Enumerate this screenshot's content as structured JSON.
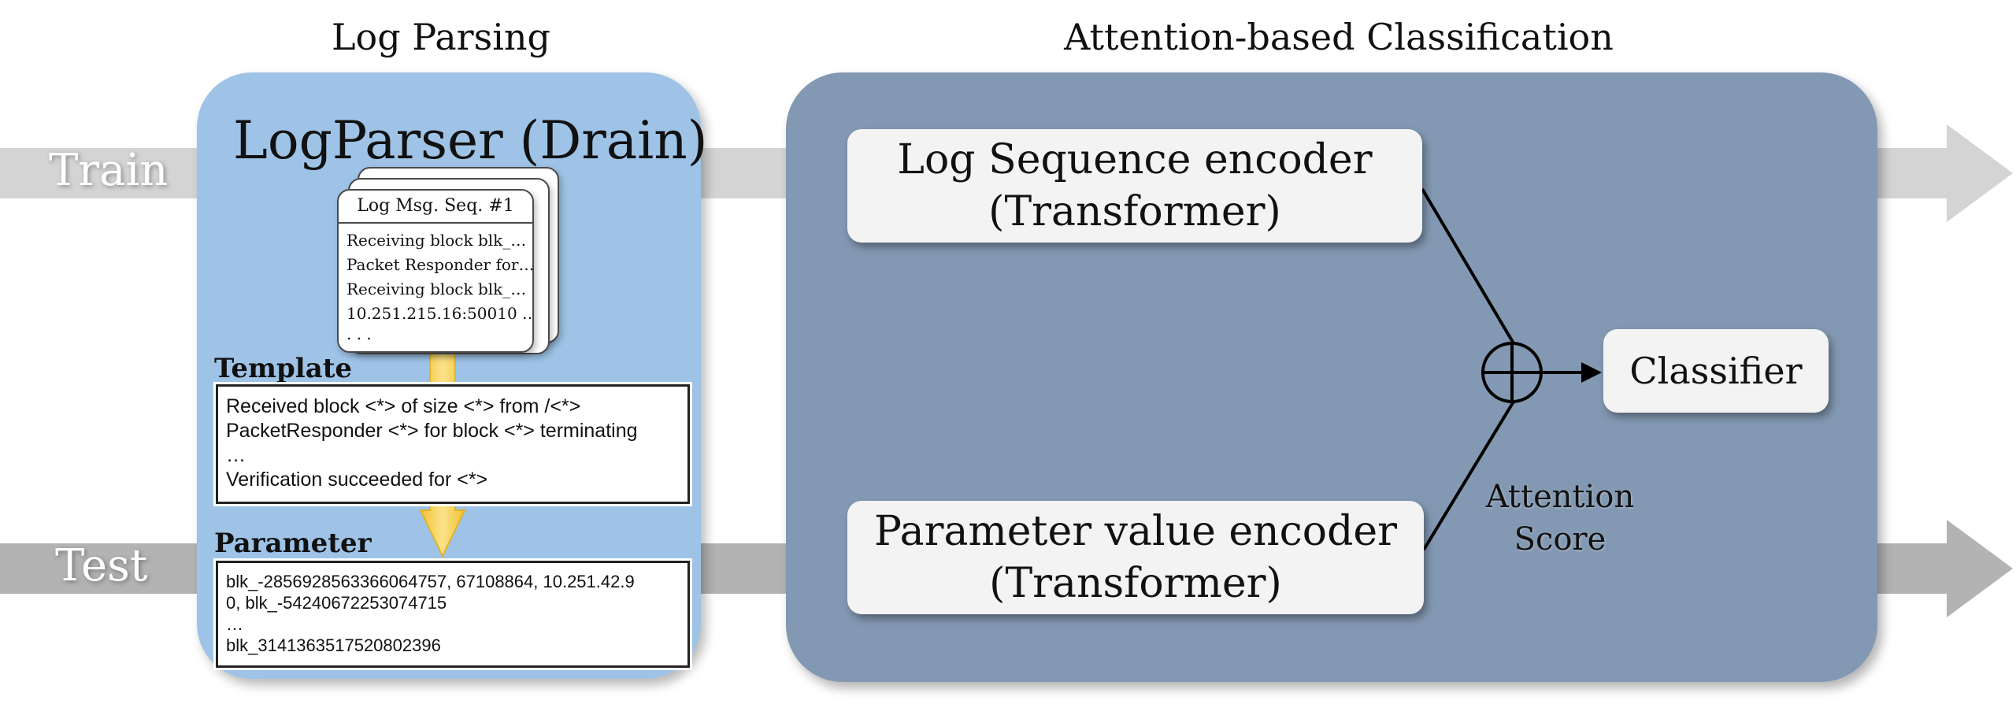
{
  "sections": {
    "left_title": "Log Parsing",
    "right_title": "Attention-based Classification"
  },
  "flows": {
    "train_label": "Train",
    "test_label": "Test"
  },
  "parser": {
    "title": "LogParser (Drain)",
    "card_title": "Log Msg. Seq. #1",
    "card_lines": [
      "Receiving block blk_…",
      "Packet Responder for…",
      "Receiving block blk_…",
      "10.251.215.16:50010 …",
      ". . ."
    ]
  },
  "template": {
    "label": "Template",
    "lines": [
      "Received block <*> of size <*> from /<*>",
      "PacketResponder <*> for block <*> terminating",
      "…",
      "Verification succeeded for <*>"
    ]
  },
  "parameter": {
    "label": "Parameter",
    "lines": [
      "blk_-2856928563366064757, 67108864, 10.251.42.9",
      "0, blk_-54240672253074715",
      "…",
      "blk_3141363517520802396"
    ]
  },
  "classification": {
    "log_encoder": [
      "Log Sequence encoder",
      "(Transformer)"
    ],
    "param_encoder": [
      "Parameter value encoder",
      "(Transformer)"
    ],
    "classifier": "Classifier",
    "attention": [
      "Attention",
      "Score"
    ]
  },
  "colors": {
    "left_panel": "#9ec3e6",
    "right_panel": "#8398b2",
    "train_arrow": "#d4d4d4",
    "test_arrow": "#b3b3b3",
    "down_arrow": "#f6cf4c"
  }
}
